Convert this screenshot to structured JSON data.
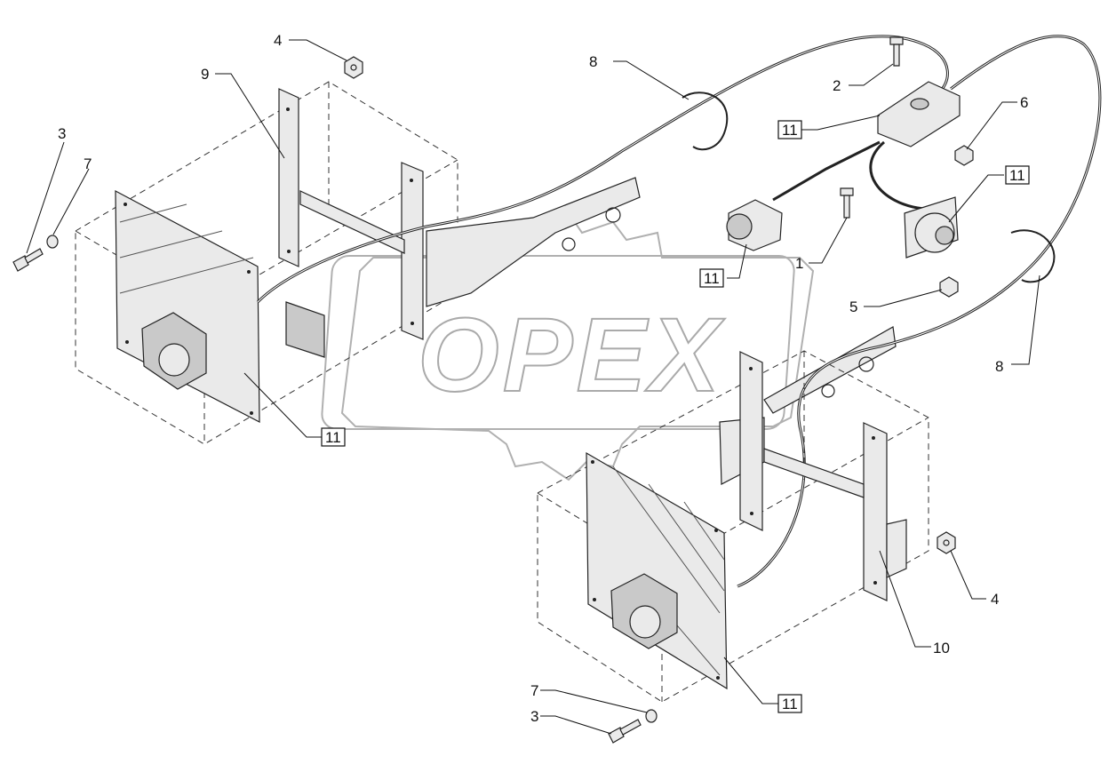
{
  "watermark": {
    "text": "OPEX"
  },
  "callouts": {
    "c1": "1",
    "c2": "2",
    "c3_left": "3",
    "c3_bottom": "3",
    "c4_top": "4",
    "c4_right": "4",
    "c5": "5",
    "c6": "6",
    "c7_left": "7",
    "c7_bottom": "7",
    "c8_top": "8",
    "c8_right": "8",
    "c9": "9",
    "c10": "10",
    "c11_a": "11",
    "c11_b": "11",
    "c11_c": "11",
    "c11_d": "11",
    "c11_e": "11"
  },
  "colors": {
    "line": "#222222",
    "watermark": "#b0b0b0",
    "fill": "#eaeaea"
  }
}
